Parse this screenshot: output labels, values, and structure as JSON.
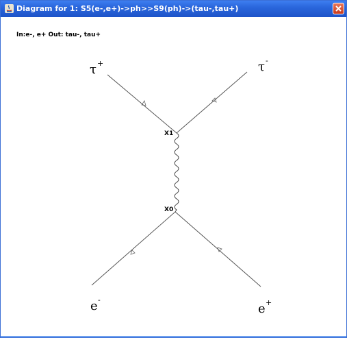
{
  "window": {
    "title": "Diagram for 1: S5(e-,e+)->ph>>S9(ph)->(tau-,tau+)"
  },
  "diagram": {
    "io_text": "In:e-, e+ Out: tau-, tau+",
    "particles": {
      "top_left": {
        "symbol": "τ",
        "charge": "+"
      },
      "top_right": {
        "symbol": "τ",
        "charge": "-"
      },
      "bottom_left": {
        "symbol": "e",
        "charge": "-"
      },
      "bottom_right": {
        "symbol": "e",
        "charge": "+"
      }
    },
    "vertices": {
      "upper": "X1",
      "lower": "X0"
    },
    "propagator": "photon"
  },
  "colors": {
    "titlebar": "#2a66dc",
    "close_button": "#d9532f",
    "lines": "#555555"
  }
}
